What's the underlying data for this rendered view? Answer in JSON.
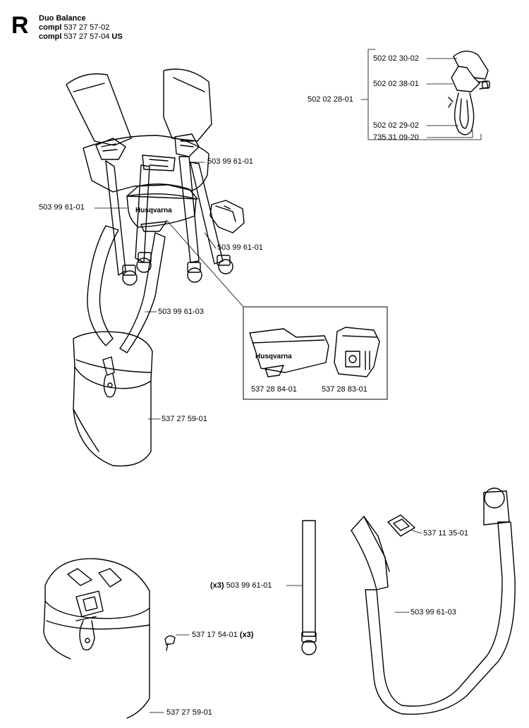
{
  "section": {
    "letter": "R"
  },
  "header": {
    "title": "Duo Balance",
    "compl_word": "compl",
    "line1_number": "537 27 57-02",
    "line2_number": "537 27 57-04",
    "line2_suffix": "US"
  },
  "brand": {
    "logo_text": "Husqvarna"
  },
  "callouts": {
    "hook_top": "502 02 30-02",
    "hook_mid": "502 02 38-01",
    "hook_group": "502 02 28-01",
    "hook_low": "502 02 29-02",
    "hook_bottom": "735 31 09-20",
    "harness_right": "503 99 61-01",
    "harness_left": "503 99 61-01",
    "pad_strap": "503 99 61-01",
    "hip_strap": "503 99 61-03",
    "inset_left": "537 28 84-01",
    "inset_right": "537 28 83-01",
    "hip_pad": "537 27 59-01",
    "buckle": "537 11 35-01",
    "strap_qty": "(x3)",
    "strap": "503 99 61-01",
    "loose_strap": "503 99 61-03",
    "screw": "537 17 54-01",
    "screw_qty": "(x3)",
    "hip_pad_bottom": "537 27 59-01"
  }
}
